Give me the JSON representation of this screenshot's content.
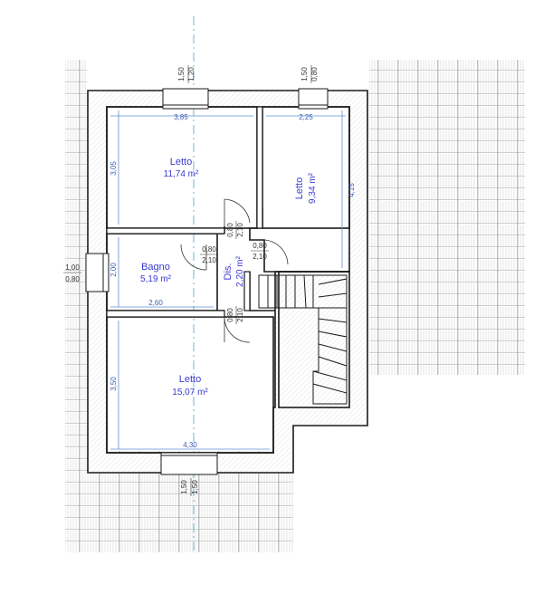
{
  "colors": {
    "wall": "#1a1a1a",
    "wall_fill": "#ffffff",
    "dimension": "#5b8fd6",
    "axis": "#4aa3c8",
    "room_text": "#3a3ad0",
    "roof": "#bdbdbd"
  },
  "rooms": [
    {
      "name": "Letto",
      "area": "11,74 m²"
    },
    {
      "name": "Letto",
      "area": "9,34 m²"
    },
    {
      "name": "Bagno",
      "area": "5,19 m²"
    },
    {
      "name": "Dis.",
      "area": "2,20 m²"
    },
    {
      "name": "Letto",
      "area": "15,07 m²"
    }
  ],
  "dimensions": {
    "top_left_width": "3,85",
    "top_right_width": "2,25",
    "left_top_height": "3,05",
    "right_top_height": "4,15",
    "bagno_height": "2,00",
    "bagno_width": "2,60",
    "bottom_height": "3,50",
    "bottom_width": "4,30"
  },
  "openings": {
    "top_window_1": {
      "w": "1,20",
      "h": "1,50"
    },
    "top_window_2": {
      "w": "0,80",
      "h": "1,50"
    },
    "left_window": {
      "w": "1,00",
      "h": "0,80"
    },
    "bottom_window": {
      "w": "1,50",
      "h": "1,50"
    },
    "door_letto1": {
      "w": "0,80",
      "h": "2,10"
    },
    "door_letto2": {
      "w": "0,80",
      "h": "2,10"
    },
    "door_bagno": {
      "w": "0,80",
      "h": "2,10"
    },
    "door_letto3": {
      "w": "0,80",
      "h": "2,10"
    }
  }
}
